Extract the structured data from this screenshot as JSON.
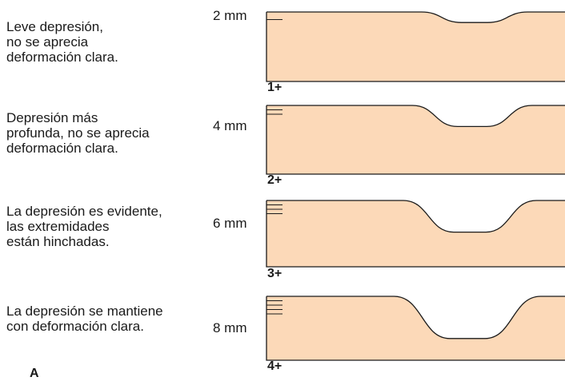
{
  "figure": {
    "panel_label": "A",
    "skin_fill": "#fcd9b8",
    "stroke_color": "#1a1a1a",
    "rows": [
      {
        "description": "Leve depresión,\nno se aprecia\ndeformación clara.",
        "depth_label": "2 mm",
        "grade_label": "1+",
        "depth_mm": 2
      },
      {
        "description": "Depresión más\nprofunda, no se aprecia\ndeformación clara.",
        "depth_label": "4 mm",
        "grade_label": "2+",
        "depth_mm": 4
      },
      {
        "description": "La depresión es evidente,\nlas extremidades\nestán hinchadas.",
        "depth_label": "6 mm",
        "grade_label": "3+",
        "depth_mm": 6
      },
      {
        "description": "La depresión se mantiene\ncon deformación clara.",
        "depth_label": "8 mm",
        "grade_label": "4+",
        "depth_mm": 8
      }
    ]
  }
}
